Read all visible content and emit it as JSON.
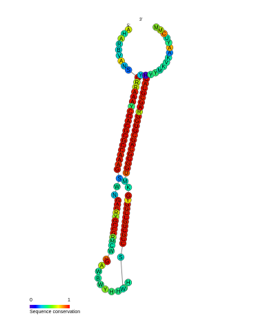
{
  "structure": {
    "five_prime": "5'",
    "three_prime": "3'",
    "sequence": [
      {
        "b": "A",
        "c": 0.62
      },
      {
        "b": "H",
        "c": 0.38
      },
      {
        "b": "A",
        "c": 0.58
      },
      {
        "b": "R",
        "c": 0.35
      },
      {
        "b": "B",
        "c": 0.33
      },
      {
        "b": "V",
        "c": 0.34
      },
      {
        "b": "A",
        "c": 0.7
      },
      {
        "b": "N",
        "c": 0.28
      },
      {
        "b": "S",
        "c": 0.2
      },
      {
        "b": "C",
        "c": 0.98
      },
      {
        "b": "R",
        "c": 0.6
      },
      {
        "b": "R",
        "c": 0.62
      },
      {
        "b": "A",
        "c": 0.97
      },
      {
        "b": "A",
        "c": 0.99
      },
      {
        "b": "A",
        "c": 0.98
      },
      {
        "b": "Y",
        "c": 0.45
      },
      {
        "b": "C",
        "c": 0.97
      },
      {
        "b": "C",
        "c": 0.99
      },
      {
        "b": "A",
        "c": 0.98
      },
      {
        "b": "C",
        "c": 0.99
      },
      {
        "b": "G",
        "c": 0.98
      },
      {
        "b": "C",
        "c": 0.99
      },
      {
        "b": "G",
        "c": 0.98
      },
      {
        "b": "C",
        "c": 0.99
      },
      {
        "b": "C",
        "c": 0.98
      },
      {
        "b": "A",
        "c": 0.97
      },
      {
        "b": "A",
        "c": 0.98
      },
      {
        "b": "A",
        "c": 0.96
      },
      {
        "b": "G",
        "c": 0.98
      },
      {
        "b": "S",
        "c": 0.22
      },
      {
        "b": "W",
        "c": 0.4
      },
      {
        "b": "N",
        "c": 0.3
      },
      {
        "b": "G",
        "c": 0.98
      },
      {
        "b": "A",
        "c": 0.99
      },
      {
        "b": "G",
        "c": 0.97
      },
      {
        "b": "R",
        "c": 0.65
      },
      {
        "b": "Y",
        "c": 0.58
      },
      {
        "b": "G",
        "c": 0.98
      },
      {
        "b": "C",
        "c": 0.99
      },
      {
        "b": "C",
        "c": 0.98
      },
      {
        "b": "G",
        "c": 0.97
      },
      {
        "b": "R",
        "c": 0.55
      },
      {
        "b": "M",
        "c": 0.42
      },
      {
        "b": "C",
        "c": 0.38
      },
      {
        "b": "W",
        "c": 0.4
      },
      {
        "b": "U",
        "c": 0.88
      },
      {
        "b": "G",
        "c": 0.98
      },
      {
        "b": "A",
        "c": 0.6
      },
      {
        "b": "W",
        "c": 0.4
      },
      {
        "b": "B",
        "c": 0.4
      },
      {
        "b": "W",
        "c": 0.42
      },
      {
        "b": "Y",
        "c": 0.55
      },
      {
        "b": "H",
        "c": 0.45
      },
      {
        "b": "H",
        "c": 0.42
      },
      {
        "b": "R",
        "c": 0.44
      },
      {
        "b": "M",
        "c": 0.46
      },
      {
        "b": "H",
        "c": 0.4
      },
      {
        "b": "W",
        "c": 0.38
      },
      {
        "b": "S",
        "c": 0.35
      },
      {
        "b": "C",
        "c": 0.98
      },
      {
        "b": "C",
        "c": 0.99
      },
      {
        "b": "G",
        "c": 0.97
      },
      {
        "b": "C",
        "c": 0.99
      },
      {
        "b": "U",
        "c": 0.98
      },
      {
        "b": "G",
        "c": 0.97
      },
      {
        "b": "C",
        "c": 0.99
      },
      {
        "b": "C",
        "c": 0.98
      },
      {
        "b": "G",
        "c": 0.97
      },
      {
        "b": "G",
        "c": 0.98
      },
      {
        "b": "Y",
        "c": 0.7
      },
      {
        "b": "G",
        "c": 0.98
      },
      {
        "b": "K",
        "c": 0.38
      },
      {
        "b": "M",
        "c": 0.35
      },
      {
        "b": "U",
        "c": 0.9
      },
      {
        "b": "G",
        "c": 0.98
      },
      {
        "b": "G",
        "c": 0.97
      },
      {
        "b": "C",
        "c": 0.99
      },
      {
        "b": "G",
        "c": 0.98
      },
      {
        "b": "C",
        "c": 0.97
      },
      {
        "b": "A",
        "c": 0.99
      },
      {
        "b": "G",
        "c": 0.98
      },
      {
        "b": "C",
        "c": 0.97
      },
      {
        "b": "G",
        "c": 0.99
      },
      {
        "b": "U",
        "c": 0.98
      },
      {
        "b": "G",
        "c": 0.97
      },
      {
        "b": "G",
        "c": 0.98
      },
      {
        "b": "R",
        "c": 0.6
      },
      {
        "b": "A",
        "c": 0.99
      },
      {
        "b": "G",
        "c": 0.98
      },
      {
        "b": "C",
        "c": 0.97
      },
      {
        "b": "G",
        "c": 0.99
      },
      {
        "b": "C",
        "c": 0.98
      },
      {
        "b": "A",
        "c": 0.97
      },
      {
        "b": "C",
        "c": 0.99
      },
      {
        "b": "Y",
        "c": 0.3
      },
      {
        "b": "H",
        "c": 0.02
      },
      {
        "b": "Y",
        "c": 0.42
      },
      {
        "b": "Y",
        "c": 0.44
      },
      {
        "b": "M",
        "c": 0.38
      },
      {
        "b": "K",
        "c": 0.4
      },
      {
        "b": "V",
        "c": 0.4
      },
      {
        "b": "K",
        "c": 0.38
      },
      {
        "b": "A",
        "c": 0.22
      },
      {
        "b": "A",
        "c": 0.78
      },
      {
        "b": "Y",
        "c": 0.42
      },
      {
        "b": "U",
        "c": 0.38
      },
      {
        "b": "C",
        "c": 0.85
      },
      {
        "b": "M",
        "c": 0.6
      },
      {
        "b": "M",
        "c": 0.55
      }
    ]
  },
  "legend": {
    "min_label": "0",
    "max_label": "1",
    "title": "Sequence conservation"
  }
}
